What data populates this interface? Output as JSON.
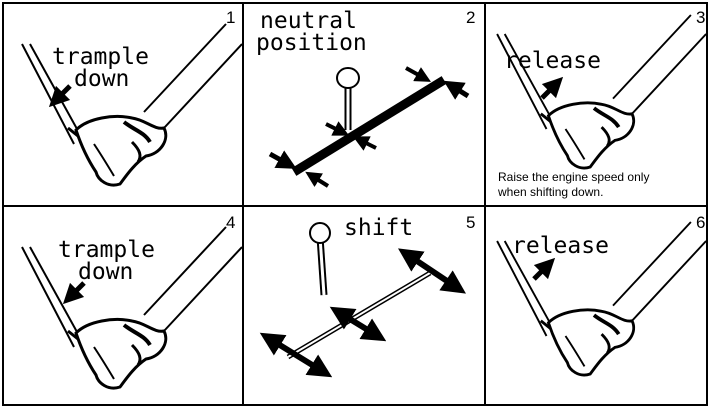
{
  "panels": [
    {
      "number": "1",
      "label_line1": "trample",
      "label_line2": "down",
      "kind": "pedal",
      "arrow": "down"
    },
    {
      "number": "2",
      "label_line1": "neutral",
      "label_line2": "position",
      "kind": "shifter-neutral"
    },
    {
      "number": "3",
      "label_line1": "release",
      "kind": "pedal",
      "arrow": "up",
      "note_line1": "Raise the engine speed only",
      "note_line2": "when shifting down."
    },
    {
      "number": "4",
      "label_line1": "trample",
      "label_line2": "down",
      "kind": "pedal",
      "arrow": "down"
    },
    {
      "number": "5",
      "label_line1": "shift",
      "kind": "shifter-shift"
    },
    {
      "number": "6",
      "label_line1": "release",
      "kind": "pedal",
      "arrow": "up"
    }
  ]
}
